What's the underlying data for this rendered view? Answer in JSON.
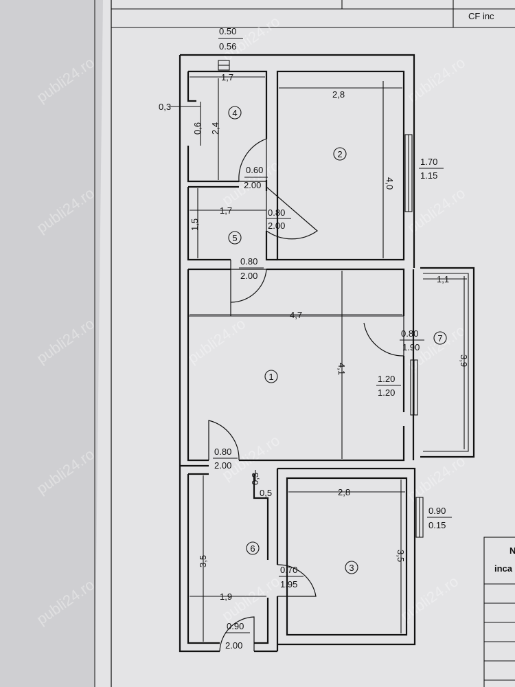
{
  "header": {
    "cf_text": "CF inc"
  },
  "legend_fragment": {
    "line1": "N",
    "line2": "inca"
  },
  "watermark": "publi24.ro",
  "rooms": [
    {
      "id": "1",
      "width": "4,7",
      "length": "4,1"
    },
    {
      "id": "2",
      "width": "2,8",
      "length": "4,0"
    },
    {
      "id": "3",
      "width": "2,8",
      "length": "3,5"
    },
    {
      "id": "4",
      "width": "1,7",
      "length": "2,4",
      "niche_w": "0,3",
      "niche_l": "0,6"
    },
    {
      "id": "5",
      "width": "1,7",
      "length": "1,5"
    },
    {
      "id": "6",
      "width": "1,9",
      "length": "3,5",
      "offset_w": "0,5",
      "offset_l": "0,3"
    },
    {
      "id": "7",
      "width": "1,1",
      "length": "3,9"
    }
  ],
  "openings": {
    "top_window": {
      "w": "0.50",
      "h": "0.56"
    },
    "door_4": {
      "w": "0.60",
      "h": "2.00"
    },
    "door_5": {
      "w": "0.80",
      "h": "2.00"
    },
    "door_hall": {
      "w": "0.80",
      "h": "2.00"
    },
    "window_2": {
      "w": "1.70",
      "h": "1.15"
    },
    "door_7": {
      "w": "0.80",
      "h": "1.90"
    },
    "window_1": {
      "w": "1.20",
      "h": "1.20"
    },
    "door_6": {
      "w": "0.80",
      "h": "2.00"
    },
    "window_3": {
      "w": "0.90",
      "h": "0.15"
    },
    "door_3": {
      "w": "0.70",
      "h": "1.95"
    },
    "entrance": {
      "w": "0.90",
      "h": "2.00"
    }
  }
}
